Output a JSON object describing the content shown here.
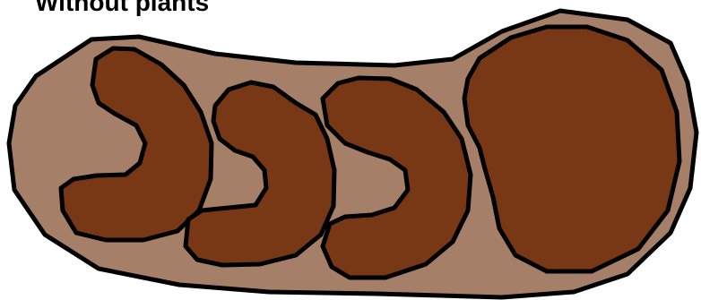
{
  "title": "Without plants",
  "colors": {
    "pod_fill": "#A67F68",
    "segment_fill": "#783816",
    "outline": "#000000"
  },
  "shapes": [
    {
      "name": "outer-pod-shape"
    },
    {
      "name": "crescent-shape-1"
    },
    {
      "name": "crescent-shape-2"
    },
    {
      "name": "crescent-shape-3"
    },
    {
      "name": "round-shape"
    }
  ]
}
